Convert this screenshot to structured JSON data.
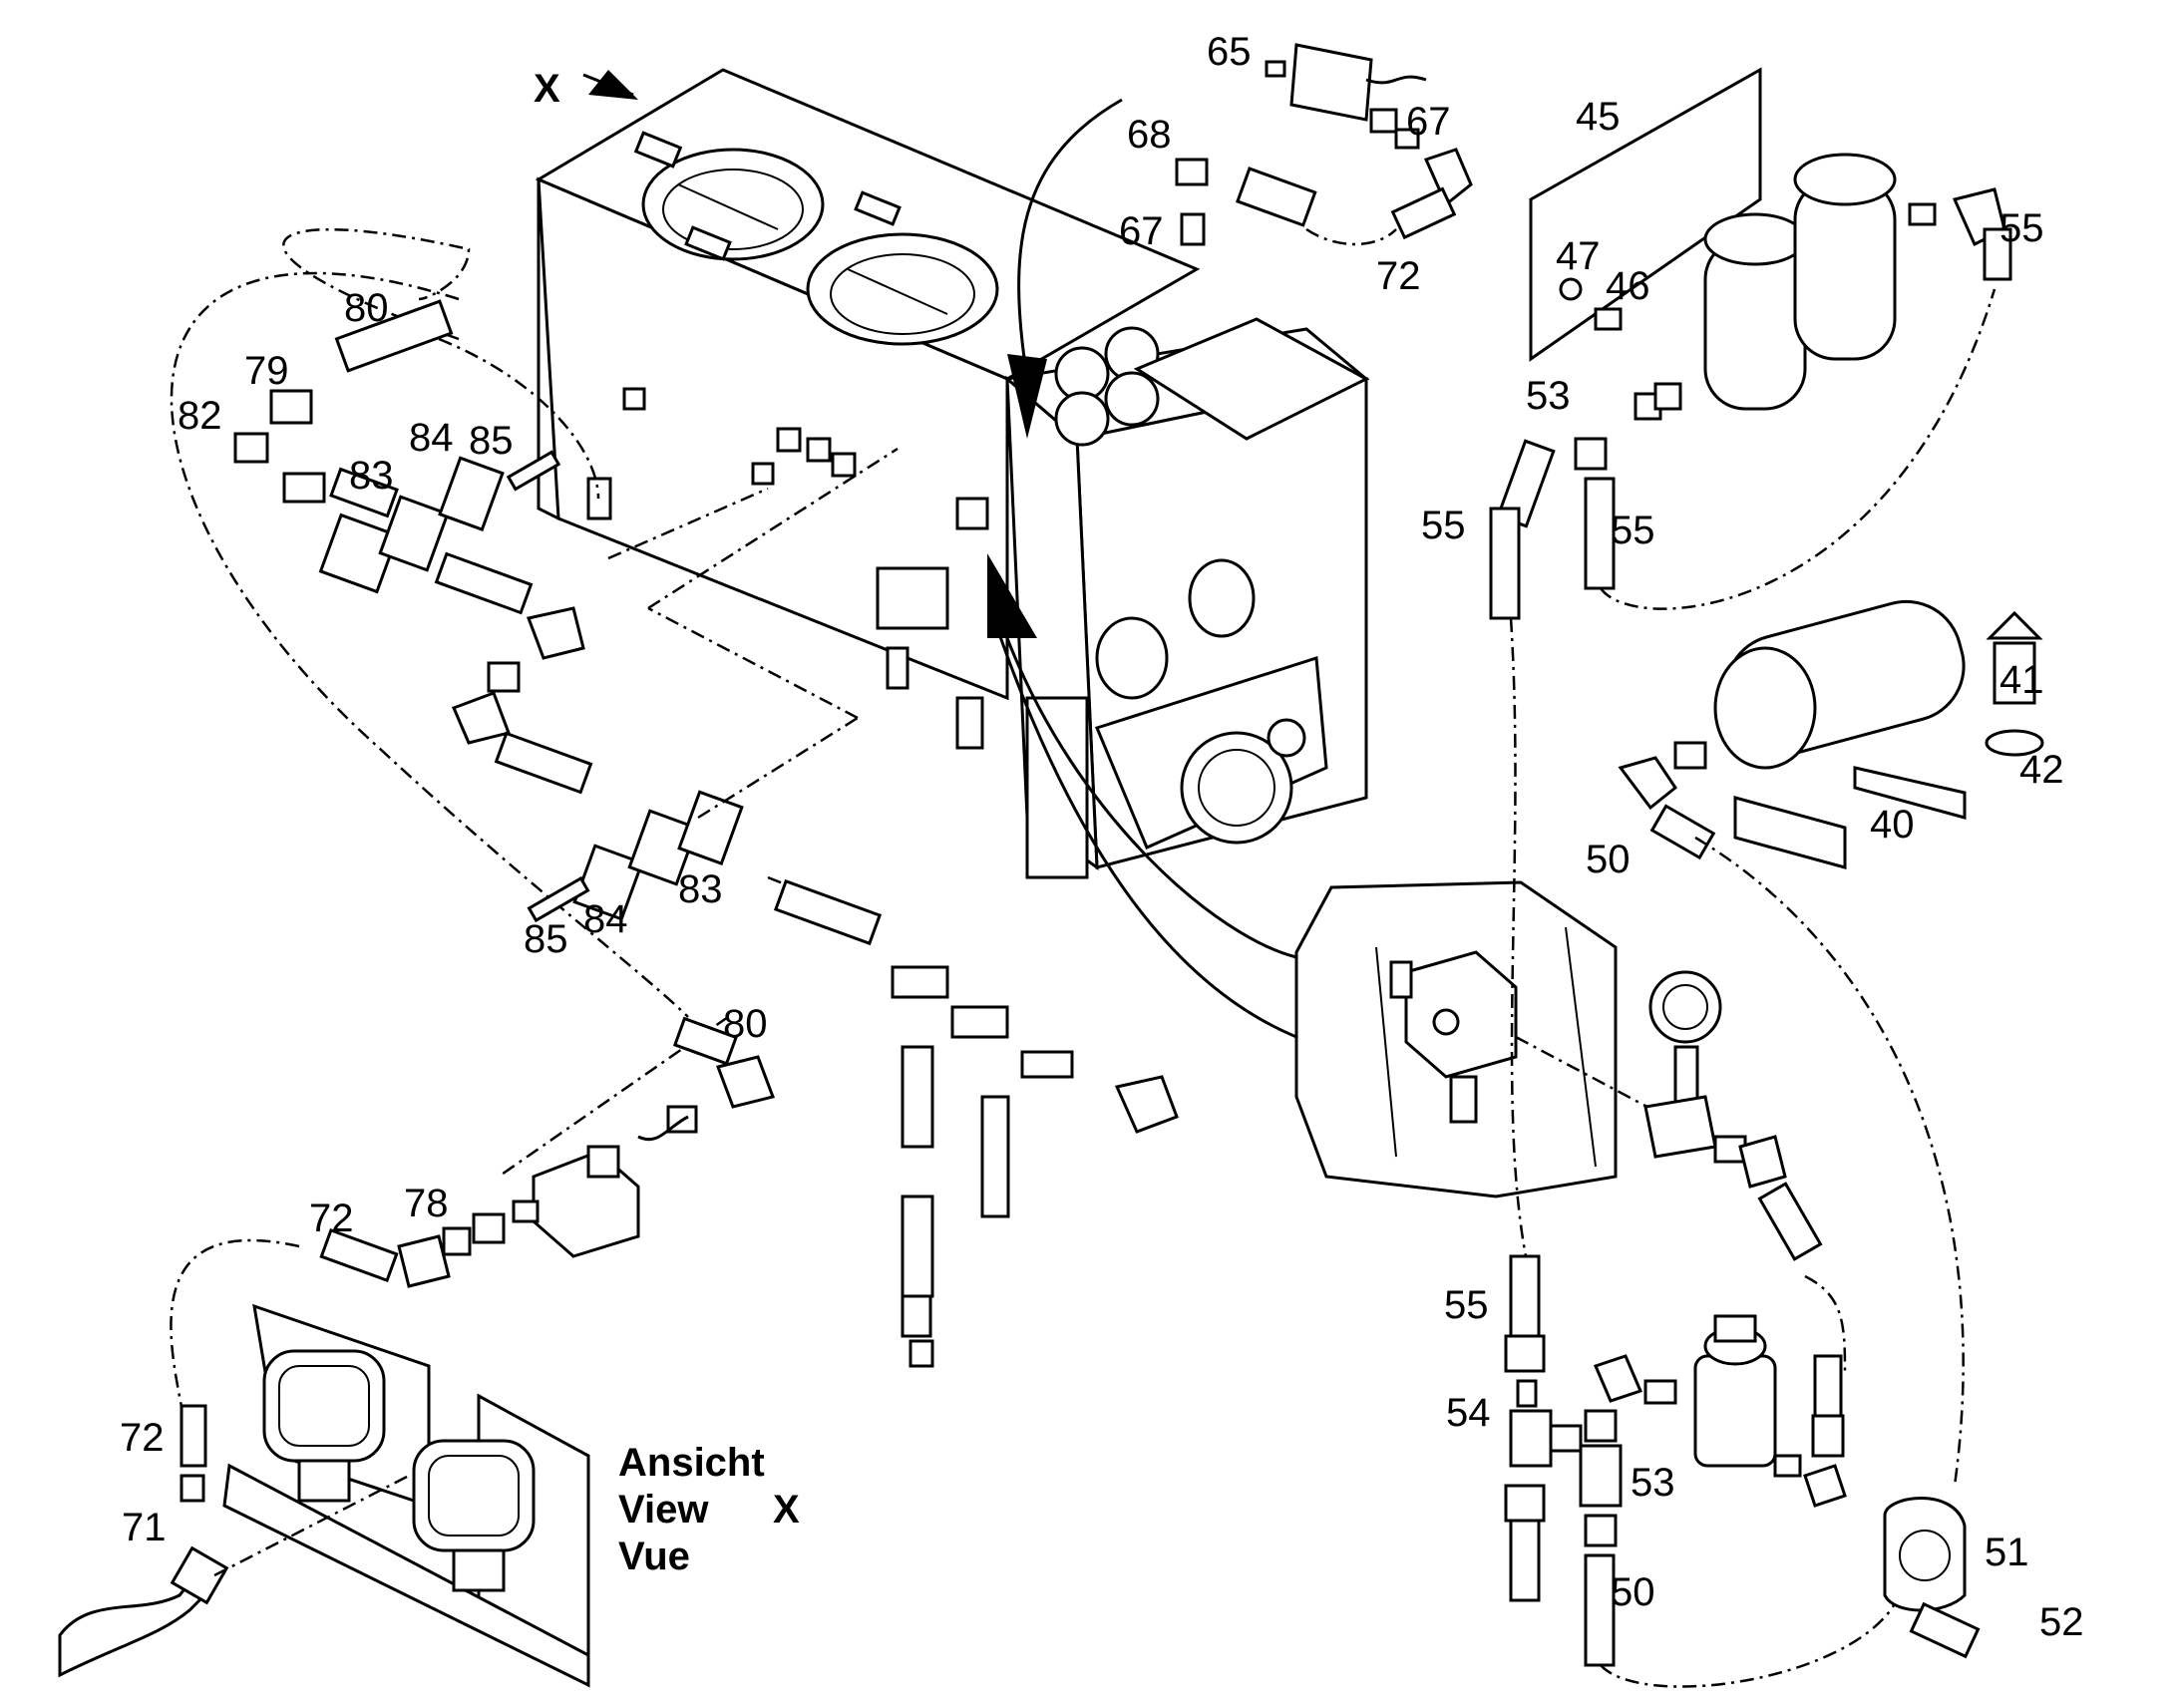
{
  "view_caption": {
    "line1": "Ansicht",
    "line2": "View",
    "line3": "Vue",
    "marker": "X"
  },
  "view_arrow_label": "X",
  "part_labels": [
    {
      "id": "p65",
      "text": "65"
    },
    {
      "id": "p68",
      "text": "68"
    },
    {
      "id": "p67a",
      "text": "67"
    },
    {
      "id": "p67b",
      "text": "67"
    },
    {
      "id": "p72a",
      "text": "72"
    },
    {
      "id": "p45",
      "text": "45"
    },
    {
      "id": "p47",
      "text": "47"
    },
    {
      "id": "p46",
      "text": "46"
    },
    {
      "id": "p55a",
      "text": "55"
    },
    {
      "id": "p53a",
      "text": "53"
    },
    {
      "id": "p55b",
      "text": "55"
    },
    {
      "id": "p55c",
      "text": "55"
    },
    {
      "id": "p80a",
      "text": "80"
    },
    {
      "id": "p79",
      "text": "79"
    },
    {
      "id": "p82",
      "text": "82"
    },
    {
      "id": "p84a",
      "text": "84"
    },
    {
      "id": "p85a",
      "text": "85"
    },
    {
      "id": "p83a",
      "text": "83"
    },
    {
      "id": "p41",
      "text": "41"
    },
    {
      "id": "p42",
      "text": "42"
    },
    {
      "id": "p40",
      "text": "40"
    },
    {
      "id": "p50a",
      "text": "50"
    },
    {
      "id": "p83b",
      "text": "83"
    },
    {
      "id": "p84b",
      "text": "84"
    },
    {
      "id": "p85b",
      "text": "85"
    },
    {
      "id": "p80b",
      "text": "80"
    },
    {
      "id": "p72b",
      "text": "72"
    },
    {
      "id": "p78",
      "text": "78"
    },
    {
      "id": "p55d",
      "text": "55"
    },
    {
      "id": "p54",
      "text": "54"
    },
    {
      "id": "p53b",
      "text": "53"
    },
    {
      "id": "p50b",
      "text": "50"
    },
    {
      "id": "p51",
      "text": "51"
    },
    {
      "id": "p52",
      "text": "52"
    },
    {
      "id": "p72c",
      "text": "72"
    },
    {
      "id": "p71",
      "text": "71"
    }
  ]
}
